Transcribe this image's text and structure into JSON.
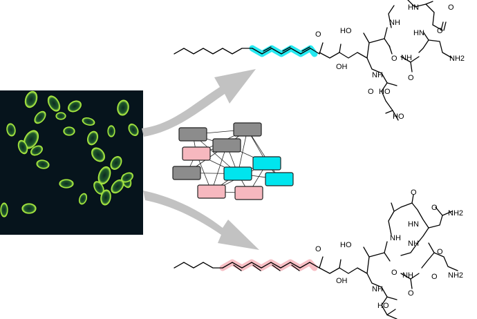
{
  "colors": {
    "cyan": "#00e5ee",
    "pink": "#f6b8bf",
    "gray": "#8c8c8c",
    "arrow": "#c2c2c2",
    "micrograph_bg": "#06141c",
    "cell": "#a8ef3c"
  },
  "network": {
    "nodes": [
      {
        "id": "g1",
        "color": "gray"
      },
      {
        "id": "g2",
        "color": "gray"
      },
      {
        "id": "g3",
        "color": "gray"
      },
      {
        "id": "g4",
        "color": "gray"
      },
      {
        "id": "p1",
        "color": "pink"
      },
      {
        "id": "p2",
        "color": "pink"
      },
      {
        "id": "p3",
        "color": "pink"
      },
      {
        "id": "c1",
        "color": "cyan"
      },
      {
        "id": "c2",
        "color": "cyan"
      },
      {
        "id": "c3",
        "color": "cyan"
      }
    ]
  },
  "top_molecule": {
    "labels": [
      "O",
      "HO",
      "OH",
      "NH",
      "NH",
      "HN",
      "HN",
      "NH",
      "O",
      "O",
      "O",
      "O",
      "O",
      "NH2",
      "HO",
      "HO"
    ],
    "highlight": "cyan"
  },
  "bottom_molecule": {
    "labels": [
      "O",
      "HO",
      "OH",
      "NH",
      "NH",
      "NH",
      "HN",
      "NH",
      "O",
      "O",
      "O",
      "O",
      "O",
      "O",
      "NH2",
      "NH2",
      "HO"
    ],
    "highlight": "pink"
  }
}
